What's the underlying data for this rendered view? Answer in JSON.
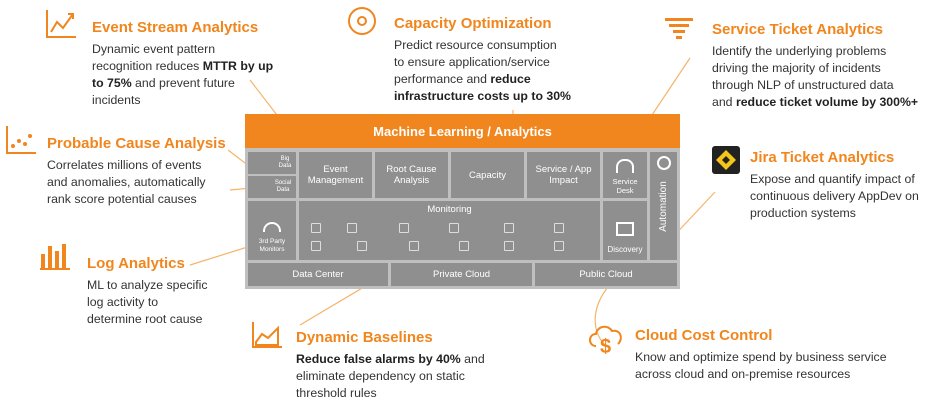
{
  "colors": {
    "accent": "#f0861d",
    "box": "#8f8f8f",
    "frame": "#bfbfbf"
  },
  "features": {
    "event_stream": {
      "icon": "trend-chart-icon",
      "title": "Event Stream Analytics",
      "line1": "Dynamic event pattern",
      "line2_pre": "recognition reduces ",
      "line2_bold": "MTTR by up",
      "line3_bold": "to 75%",
      "line3_post": " and prevent future",
      "line4": "incidents"
    },
    "capacity_opt": {
      "icon": "target-icon",
      "title": "Capacity Optimization",
      "line1": "Predict resource consumption",
      "line2": "to ensure application/service",
      "line3_pre": "performance and ",
      "line3_bold": "reduce",
      "line4_bold": "infrastructure costs up to 30%"
    },
    "service_ticket": {
      "icon": "funnel-icon",
      "title": "Service Ticket Analytics",
      "line1": "Identify the underlying problems",
      "line2": "driving the majority of incidents",
      "line3": "through NLP of unstructured data",
      "line4_pre": "and ",
      "line4_bold": "reduce ticket volume by 300%+"
    },
    "probable_cause": {
      "icon": "scatter-chart-icon",
      "title": "Probable Cause Analysis",
      "line1": "Correlates millions of events",
      "line2": "and anomalies, automatically",
      "line3": "rank score potential causes"
    },
    "jira": {
      "icon": "jira-icon",
      "title": "Jira Ticket Analytics",
      "line1": "Expose and quantify impact of",
      "line2": "continuous delivery AppDev on",
      "line3": "production systems"
    },
    "log": {
      "icon": "bar-chart-icon",
      "title": "Log Analytics",
      "line1": "ML to analyze specific",
      "line2": "log activity to",
      "line3": "determine root cause"
    },
    "baselines": {
      "icon": "area-chart-icon",
      "title": "Dynamic Baselines",
      "line1_bold": "Reduce false alarms by 40%",
      "line1_post": " and",
      "line2": "eliminate dependency on static",
      "line3": "threshold rules"
    },
    "cloud_cost": {
      "icon": "cloud-dollar-icon",
      "title": "Cloud Cost Control",
      "line1": "Know and optimize spend by business service",
      "line2": "across cloud and on-premise resources"
    }
  },
  "diagram": {
    "ml_label": "Machine Learning / Analytics",
    "big_data": "Big Data",
    "social_data": "Social Data",
    "event_mgmt_1": "Event",
    "event_mgmt_2": "Management",
    "rca_1": "Root Cause",
    "rca_2": "Analysis",
    "capacity": "Capacity",
    "service_app_1": "Service / App",
    "service_app_2": "Impact",
    "service_desk_1": "Service",
    "service_desk_2": "Desk",
    "automation": "Automation",
    "monitoring": "Monitoring",
    "third_party_1": "3rd Party",
    "third_party_2": "Monitors",
    "discovery": "Discovery",
    "data_center": "Data Center",
    "private_cloud": "Private Cloud",
    "public_cloud": "Public Cloud"
  }
}
